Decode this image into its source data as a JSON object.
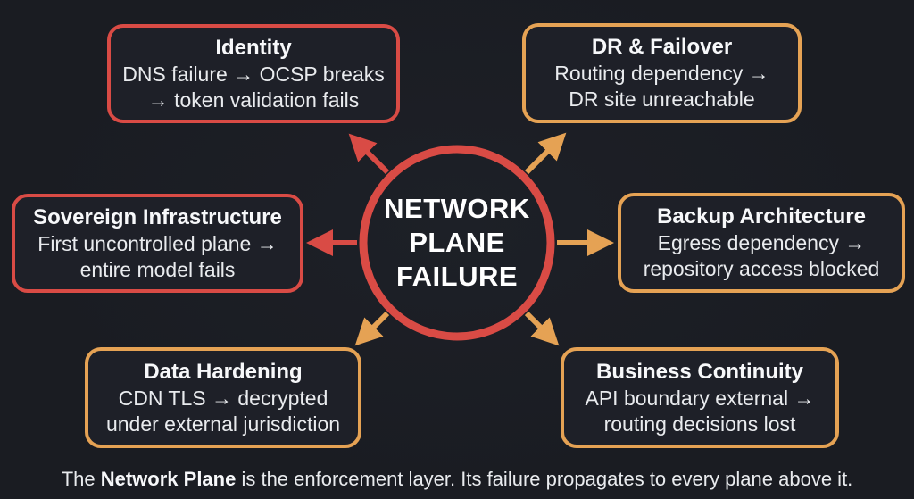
{
  "colors": {
    "background": "#1a1c22",
    "box_fill": "#1e2028",
    "red": "#d94b45",
    "orange": "#e5a254",
    "text": "#e9ebee",
    "title": "#f7f8fa"
  },
  "center": {
    "label": "NETWORK\nPLANE\nFAILURE"
  },
  "boxes": [
    {
      "id": "identity",
      "title": "Identity",
      "body": "DNS failure → OCSP breaks\n→ token validation fails",
      "accent": "red"
    },
    {
      "id": "dr-failover",
      "title": "DR & Failover",
      "body": "Routing dependency →\nDR site unreachable",
      "accent": "orange"
    },
    {
      "id": "sovereign-infrastructure",
      "title": "Sovereign Infrastructure",
      "body": "First uncontrolled plane →\nentire model fails",
      "accent": "red"
    },
    {
      "id": "backup-architecture",
      "title": "Backup Architecture",
      "body": "Egress dependency →\nrepository access blocked",
      "accent": "orange"
    },
    {
      "id": "data-hardening",
      "title": "Data Hardening",
      "body": "CDN TLS → decrypted\nunder external jurisdiction",
      "accent": "orange"
    },
    {
      "id": "business-continuity",
      "title": "Business Continuity",
      "body": "API boundary external →\nrouting decisions lost",
      "accent": "orange"
    }
  ],
  "caption": {
    "prefix": "The ",
    "term": "Network Plane",
    "rest": " is the enforcement layer. Its failure propagates to every plane above it."
  }
}
